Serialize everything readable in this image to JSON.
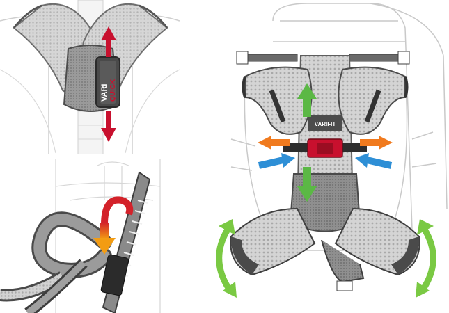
{
  "panels": {
    "top_left": {
      "badge_line1": "VARI",
      "badge_line2": "QUICK",
      "arrow_color": "#c8102e",
      "badge_bg": "#4a4a4a",
      "accent_color": "#c8102e"
    },
    "bottom_left": {
      "arrow_color_top": "#d3222a",
      "arrow_color_bottom": "#f39c12"
    },
    "right": {
      "strap_label": "VARIFIT",
      "vertical_arrow_color": "#5bb845",
      "out_arrow_color": "#f07a1e",
      "in_arrow_color": "#2e8fd6",
      "rotation_arrow_color": "#7ac943",
      "buckle_color": "#c8102e"
    }
  }
}
